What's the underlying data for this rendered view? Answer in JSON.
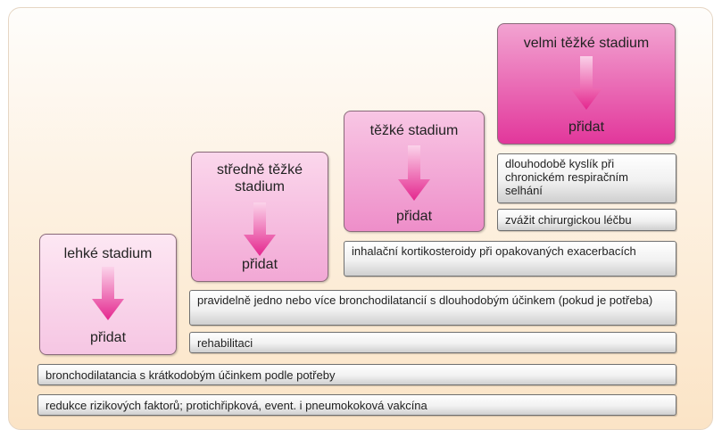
{
  "stages": [
    {
      "title": "lehké stadium",
      "add": "přidat"
    },
    {
      "title": "středně těžké stadium",
      "add": "přidat"
    },
    {
      "title": "těžké stadium",
      "add": "přidat"
    },
    {
      "title": "velmi těžké stadium",
      "add": "přidat"
    }
  ],
  "bars": {
    "risk_reduction": "redukce rizikových faktorů; protichřipková, event. i pneumokoková vakcína",
    "short_acting": "bronchodilatancia s krátkodobým účinkem podle potřeby",
    "rehab": "rehabilitaci",
    "long_acting": "pravidelně jedno nebo více bronchodilatancií s dlouhodobým účinkem (pokud je potřeba)",
    "inhaled_steroids": "inhalační kortikosteroidy při opakovaných exacerbacích",
    "surgery": "zvážit chirurgickou léčbu",
    "oxygen": "dlouhodobě kyslík při chronickém respiračním selhání"
  },
  "colors": {
    "arrow": "#e4268e",
    "stage_light": "#fde7f3",
    "stage_dark": "#e2379b"
  }
}
